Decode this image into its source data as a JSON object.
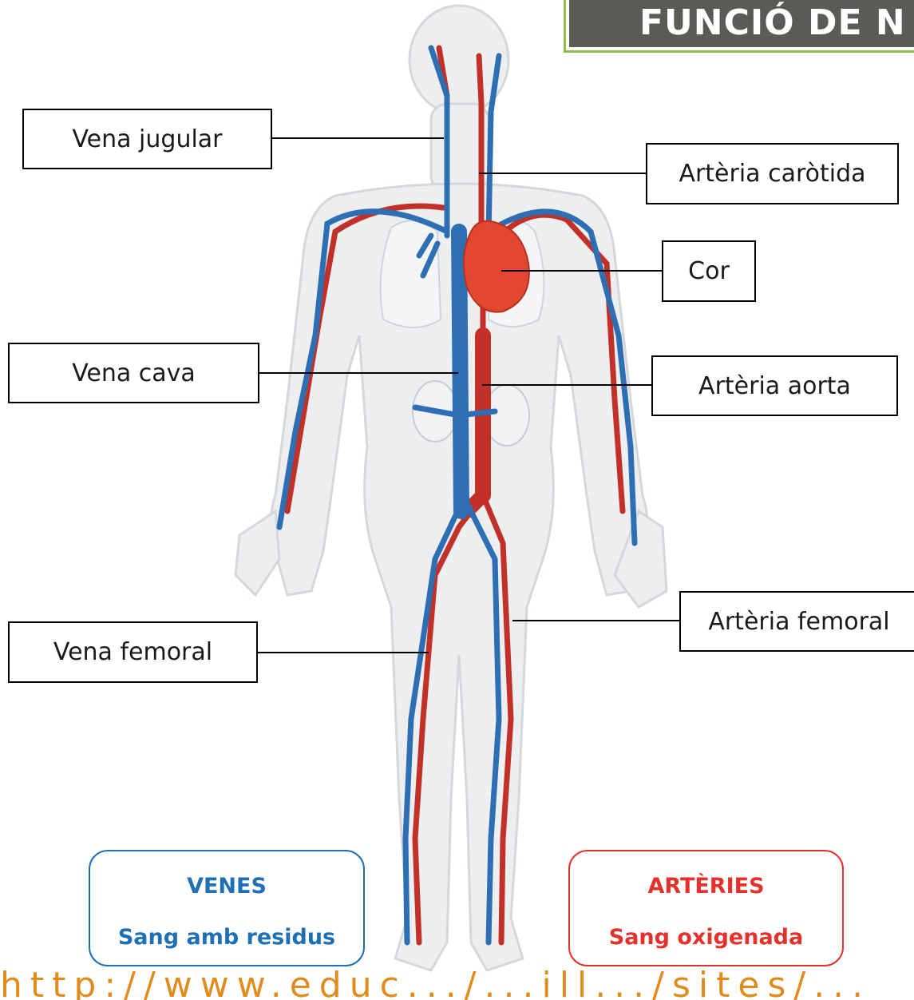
{
  "title": "FUNCIÓ DE N",
  "labels": {
    "vena_jugular": "Vena jugular",
    "arteria_carotida": "Artèria caròtida",
    "cor": "Cor",
    "vena_cava": "Vena cava",
    "arteria_aorta": "Artèria aorta",
    "arteria_femoral": "Artèria femoral",
    "vena_femoral": "Vena femoral"
  },
  "legend": {
    "venes_title": "VENES",
    "venes_desc": "Sang amb residus",
    "arteries_title": "ARTÈRIES",
    "arteries_desc": "Sang oxigenada"
  },
  "source_url": "http://www.educ.../...ill.../sites/...",
  "colors": {
    "vein": "#2e6fb3",
    "artery": "#c1312a",
    "heart": "#e2472f",
    "venes_border": "#1f6fb4",
    "arteries_border": "#e5312c",
    "title_bg": "#5b5a55",
    "title_border": "#8fbf4a",
    "url": "#e08b1c"
  }
}
